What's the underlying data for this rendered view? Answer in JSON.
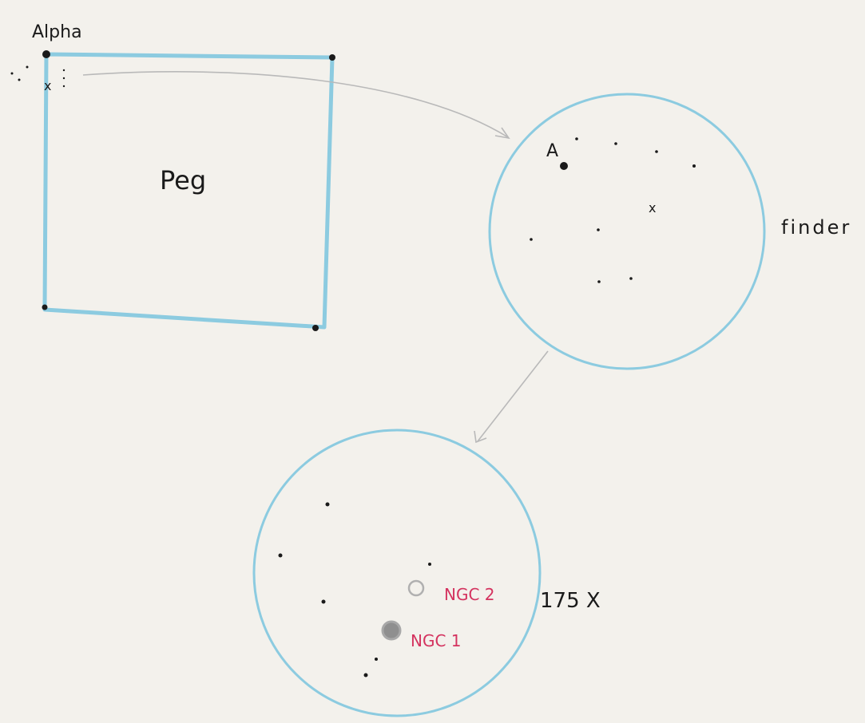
{
  "labels": {
    "alpha": "Alpha",
    "square": "Peg",
    "finder_star": "A",
    "finder": "finder",
    "magnification": "175 X",
    "ngc2": "NGC 2",
    "ngc1": "NGC 1",
    "target_mark": "x"
  },
  "colors": {
    "paper": "#f3f1ec",
    "pencil_blue": "#8ccbe0",
    "ink": "#1a1a1a",
    "arrow_gray": "#b9b9b9",
    "ngc_red": "#d4335f",
    "galaxy_gray": "#8f8f8f"
  }
}
